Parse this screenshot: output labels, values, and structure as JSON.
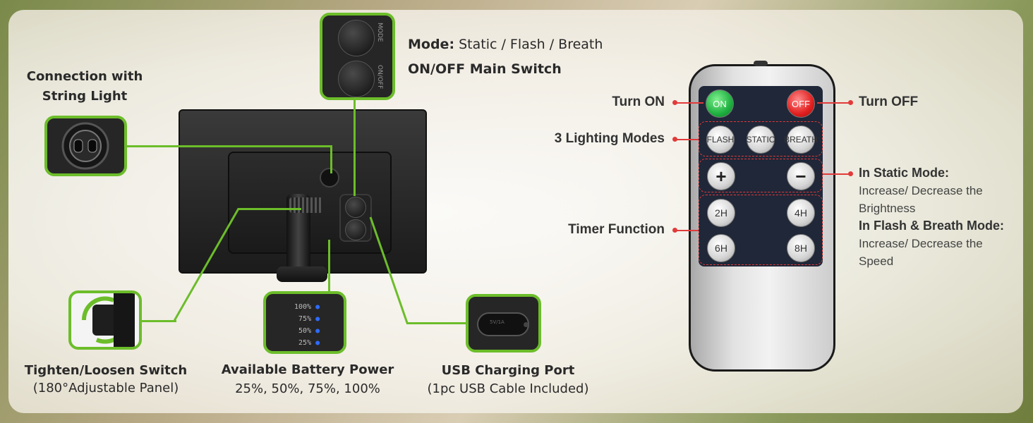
{
  "device_callouts": {
    "connection": {
      "line1": "Connection with",
      "line2": "String Light"
    },
    "mode_label": "Mode:",
    "mode_value": "Static / Flash / Breath",
    "main_switch": "ON/OFF Main Switch",
    "tighten": {
      "line1": "Tighten/Loosen Switch",
      "line2": "(180°Adjustable Panel)"
    },
    "battery": {
      "line1": "Available Battery Power",
      "line2": "25%, 50%, 75%, 100%"
    },
    "usb": {
      "line1": "USB Charging Port",
      "line2": "(1pc USB Cable Included)"
    }
  },
  "button_zoom": {
    "top_label": "MODE",
    "bottom_label": "ON/OFF"
  },
  "battery_levels": [
    "100%",
    "75%",
    "50%",
    "25%"
  ],
  "usb_port_text": "5V/1A",
  "remote": {
    "buttons": {
      "on": "ON",
      "off": "OFF",
      "flash": "FLASH",
      "static": "STATIC",
      "breath": "BREATH",
      "plus": "+",
      "minus": "−",
      "t2": "2H",
      "t4": "4H",
      "t6": "6H",
      "t8": "8H"
    },
    "callouts": {
      "turn_on": "Turn ON",
      "turn_off": "Turn OFF",
      "lighting_modes": "3 Lighting Modes",
      "timer": "Timer Function",
      "static_title": "In Static Mode:",
      "static_line1": "Increase/ Decrease the",
      "static_line2": "Brightness",
      "flash_title": "In Flash & Breath Mode:",
      "flash_line1": "Increase/ Decrease the",
      "flash_line2": "Speed"
    }
  },
  "colors": {
    "accent_green": "#6cbd2a",
    "callout_red": "#e23a3a",
    "remote_pad": "#1f2738"
  }
}
